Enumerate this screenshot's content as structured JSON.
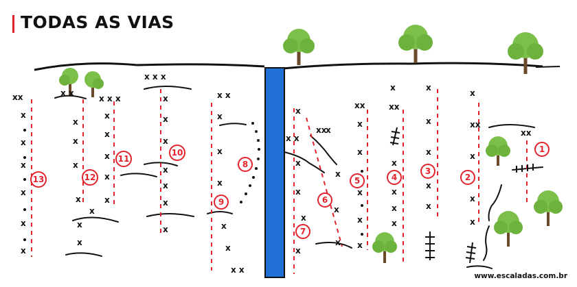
{
  "title": "TODAS AS VIAS",
  "website": "www.escaladas.com.br",
  "colors": {
    "accent": "#e4222b",
    "water": "#1f6fd6",
    "tree": "#7cc04a",
    "trunk": "#6b4a2b"
  },
  "icons": {
    "title_marker": "red-bar",
    "tree": "tree-icon",
    "waterfall": "waterfall",
    "bolt": "x-mark",
    "piton": "ladder-mark"
  },
  "routes": [
    {
      "number": "1"
    },
    {
      "number": "2"
    },
    {
      "number": "3"
    },
    {
      "number": "4"
    },
    {
      "number": "5"
    },
    {
      "number": "6"
    },
    {
      "number": "7"
    },
    {
      "number": "8"
    },
    {
      "number": "9"
    },
    {
      "number": "10"
    },
    {
      "number": "11"
    },
    {
      "number": "12"
    },
    {
      "number": "13"
    }
  ]
}
